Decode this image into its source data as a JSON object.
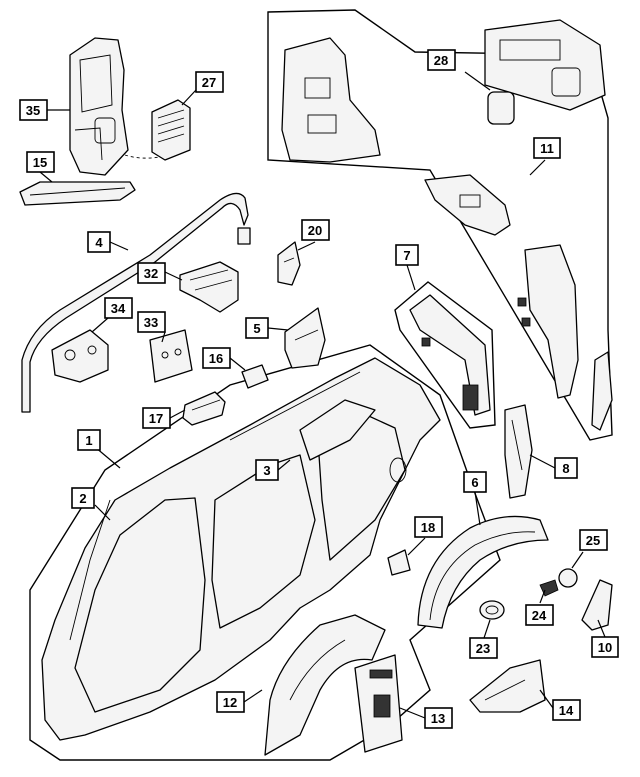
{
  "diagram": {
    "callouts": [
      "1",
      "2",
      "3",
      "4",
      "5",
      "6",
      "7",
      "8",
      "10",
      "11",
      "12",
      "13",
      "14",
      "15",
      "16",
      "17",
      "18",
      "20",
      "23",
      "24",
      "25",
      "27",
      "28",
      "32",
      "33",
      "34",
      "35"
    ],
    "colors": {
      "line": "#000000",
      "fill": "#f4f4f4",
      "background": "#ffffff"
    }
  }
}
